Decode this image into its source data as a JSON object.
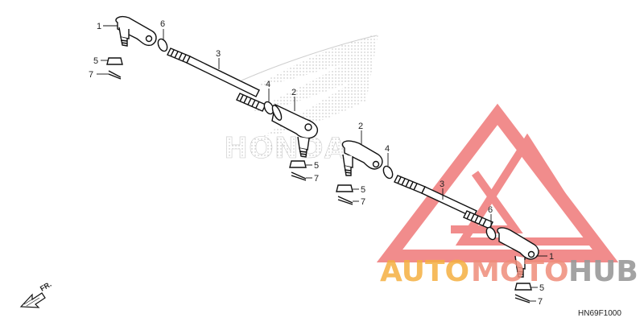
{
  "diagram": {
    "drawing_code": "HN69F1000",
    "direction_label": "FR.",
    "callouts": [
      "1",
      "6",
      "5",
      "7",
      "3",
      "4",
      "2",
      "5",
      "7",
      "2",
      "4",
      "5",
      "7",
      "3",
      "6",
      "1",
      "5",
      "7"
    ]
  },
  "watermark": {
    "brand_label": "HONDA",
    "wordmark_part1": "AUTO",
    "wordmark_part2": "MOTO",
    "wordmark_part3": "HUB",
    "colors": {
      "triangle": "#f08080",
      "auto": "#f5b041",
      "moto": "#ef8c7a",
      "hub": "#9a9a9a"
    }
  }
}
